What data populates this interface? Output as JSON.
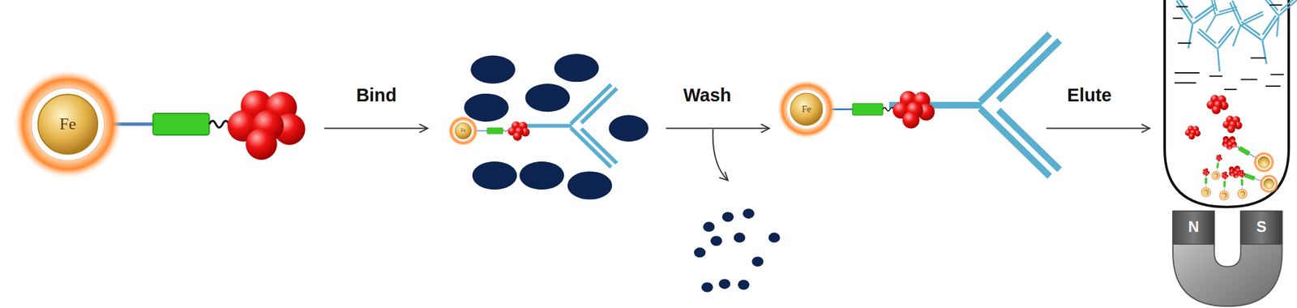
{
  "diagram": {
    "labels": [
      "Fe",
      "Bind",
      "Fe",
      "Wash",
      "Fe",
      "Elute",
      "N",
      "S"
    ]
  }
}
